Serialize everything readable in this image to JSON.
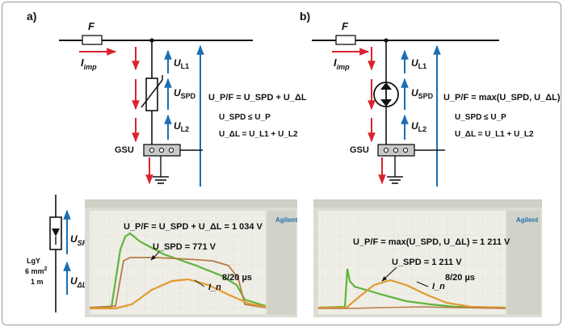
{
  "panel_a": {
    "label": "a)",
    "fuse": "F",
    "current_main": "I",
    "current_sub": "imp",
    "u_l1_main": "U",
    "u_l1_sub": "L1",
    "u_spd_main": "U",
    "u_spd_sub": "SPD",
    "u_l2_main": "U",
    "u_l2_sub": "L2",
    "gsu": "GSU",
    "eq1": "U_P/F = U_SPD + U_ΔL",
    "eq2": "U_SPD ≤ U_P",
    "eq3": "U_ΔL = U_L1 + U_L2"
  },
  "panel_b": {
    "label": "b)",
    "fuse": "F",
    "current_main": "I",
    "current_sub": "imp",
    "u_l1_main": "U",
    "u_l1_sub": "L1",
    "u_spd_main": "U",
    "u_spd_sub": "SPD",
    "u_l2_main": "U",
    "u_l2_sub": "L2",
    "gsu": "GSU",
    "eq1": "U_P/F = max(U_SPD, U_ΔL)",
    "eq2": "U_SPD ≤ U_P",
    "eq3": "U_ΔL = U_L1 + U_L2"
  },
  "side_circuit": {
    "u_spd_main": "U",
    "u_spd_sub": "SPD",
    "u_dl_main": "U",
    "u_dl_sub": "ΔL",
    "lgy": "LgY",
    "cross_section": "6 mm",
    "cross_sup": "2",
    "length": "1 m"
  },
  "scope_a": {
    "brand": "Agilent",
    "label_upf": "U_P/F = U_SPD + U_ΔL = 1 034 V",
    "label_uspd": "U_SPD = 771 V",
    "label_in": "I_n",
    "label_waveform": "8/20 µs"
  },
  "scope_b": {
    "brand": "Agilent",
    "label_upf": "U_P/F = max(U_SPD, U_ΔL) = 1 211 V",
    "label_uspd": "U_SPD = 1 211 V",
    "label_in": "I_n",
    "label_waveform": "8/20 µs"
  },
  "colors": {
    "current_arrow": "#d9232d",
    "voltage_arrow": "#1a6fb5",
    "trace_green": "#5fb43a",
    "trace_orange": "#e29a30",
    "trace_brown": "#b87a45"
  }
}
